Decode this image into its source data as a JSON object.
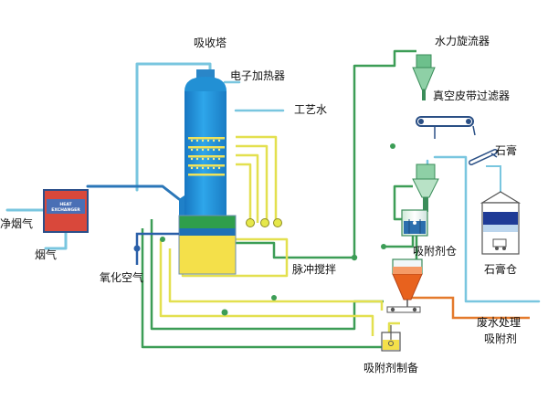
{
  "labels": {
    "absorption_tower": "吸收塔",
    "electronic_heater": "电子加热器",
    "process_water": "工艺水",
    "hydrocyclone": "水力旋流器",
    "vacuum_belt_filter": "真空皮带过滤器",
    "gypsum": "石膏",
    "clean_flue_gas": "净烟气",
    "flue_gas": "烟气",
    "oxidation_air": "氧化空气",
    "pulse_agitation": "脉冲搅拌",
    "absorbent_silo": "吸附剂仓",
    "gypsum_silo": "石膏仓",
    "wastewater_treatment": "废水处理",
    "absorbent": "吸附剂",
    "absorbent_preparation": "吸附剂制备"
  },
  "heat_exchanger": {
    "line1": "HEAT",
    "line2": "EXCHANGER"
  },
  "colors": {
    "pipe_cyan": "#79c6df",
    "pipe_yellow": "#e3e04f",
    "pipe_green": "#3c9d56",
    "pipe_orange": "#e47a2c",
    "pipe_blue": "#2a76b8",
    "tower_blue": "#1f90d6",
    "tower_yellow": "#f4e04a",
    "heat_exchanger_red": "#d9483b",
    "slurry_orange": "#e8621e"
  }
}
